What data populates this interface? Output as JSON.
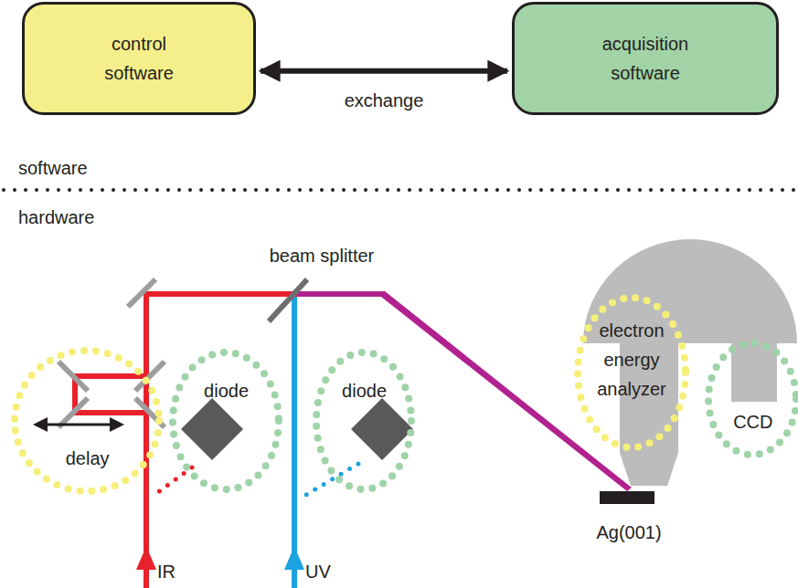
{
  "diagram": {
    "nodes": [
      {
        "text": [
          "control software"
        ]
      },
      {
        "text": [
          "acquisition software"
        ]
      },
      {
        "text": [
          "delay"
        ]
      },
      {
        "text": [
          "diode"
        ]
      },
      {
        "text": [
          "diode"
        ]
      },
      {
        "text": [
          "electron energy analyzer"
        ]
      },
      {
        "text": [
          "CCD"
        ]
      }
    ],
    "edges": [
      {
        "from": 0,
        "to": 1,
        "arrow": "both",
        "label": "exchange"
      }
    ],
    "labels": [
      "software",
      "hardware",
      "beam splitter",
      "Ag(001)",
      "IR",
      "UV"
    ]
  }
}
